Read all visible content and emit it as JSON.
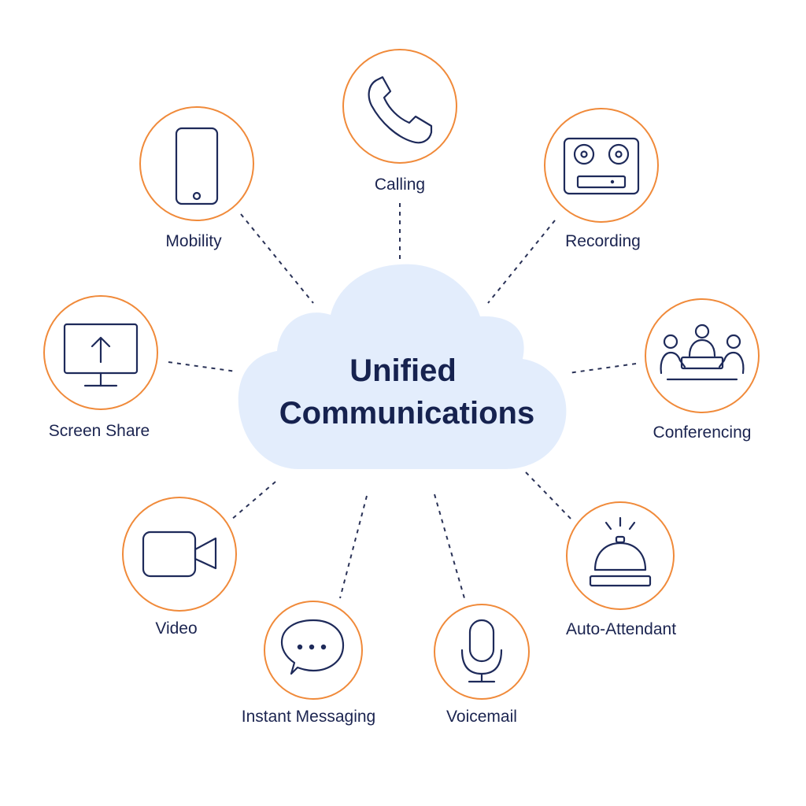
{
  "hub": {
    "title_line1": "Unified",
    "title_line2": "Communications"
  },
  "colors": {
    "ring": "#f08a3a",
    "icon": "#1e2a5a",
    "cloud": "#e3edfc",
    "text": "#1b2450"
  },
  "nodes": [
    {
      "label": "Calling",
      "icon": "phone-icon"
    },
    {
      "label": "Recording",
      "icon": "recorder-icon"
    },
    {
      "label": "Conferencing",
      "icon": "meeting-icon"
    },
    {
      "label": "Auto-Attendant",
      "icon": "service-bell-icon"
    },
    {
      "label": "Voicemail",
      "icon": "microphone-icon"
    },
    {
      "label": "Instant Messaging",
      "icon": "chat-bubble-icon"
    },
    {
      "label": "Video",
      "icon": "video-camera-icon"
    },
    {
      "label": "Screen Share",
      "icon": "monitor-upload-icon"
    },
    {
      "label": "Mobility",
      "icon": "smartphone-icon"
    }
  ]
}
